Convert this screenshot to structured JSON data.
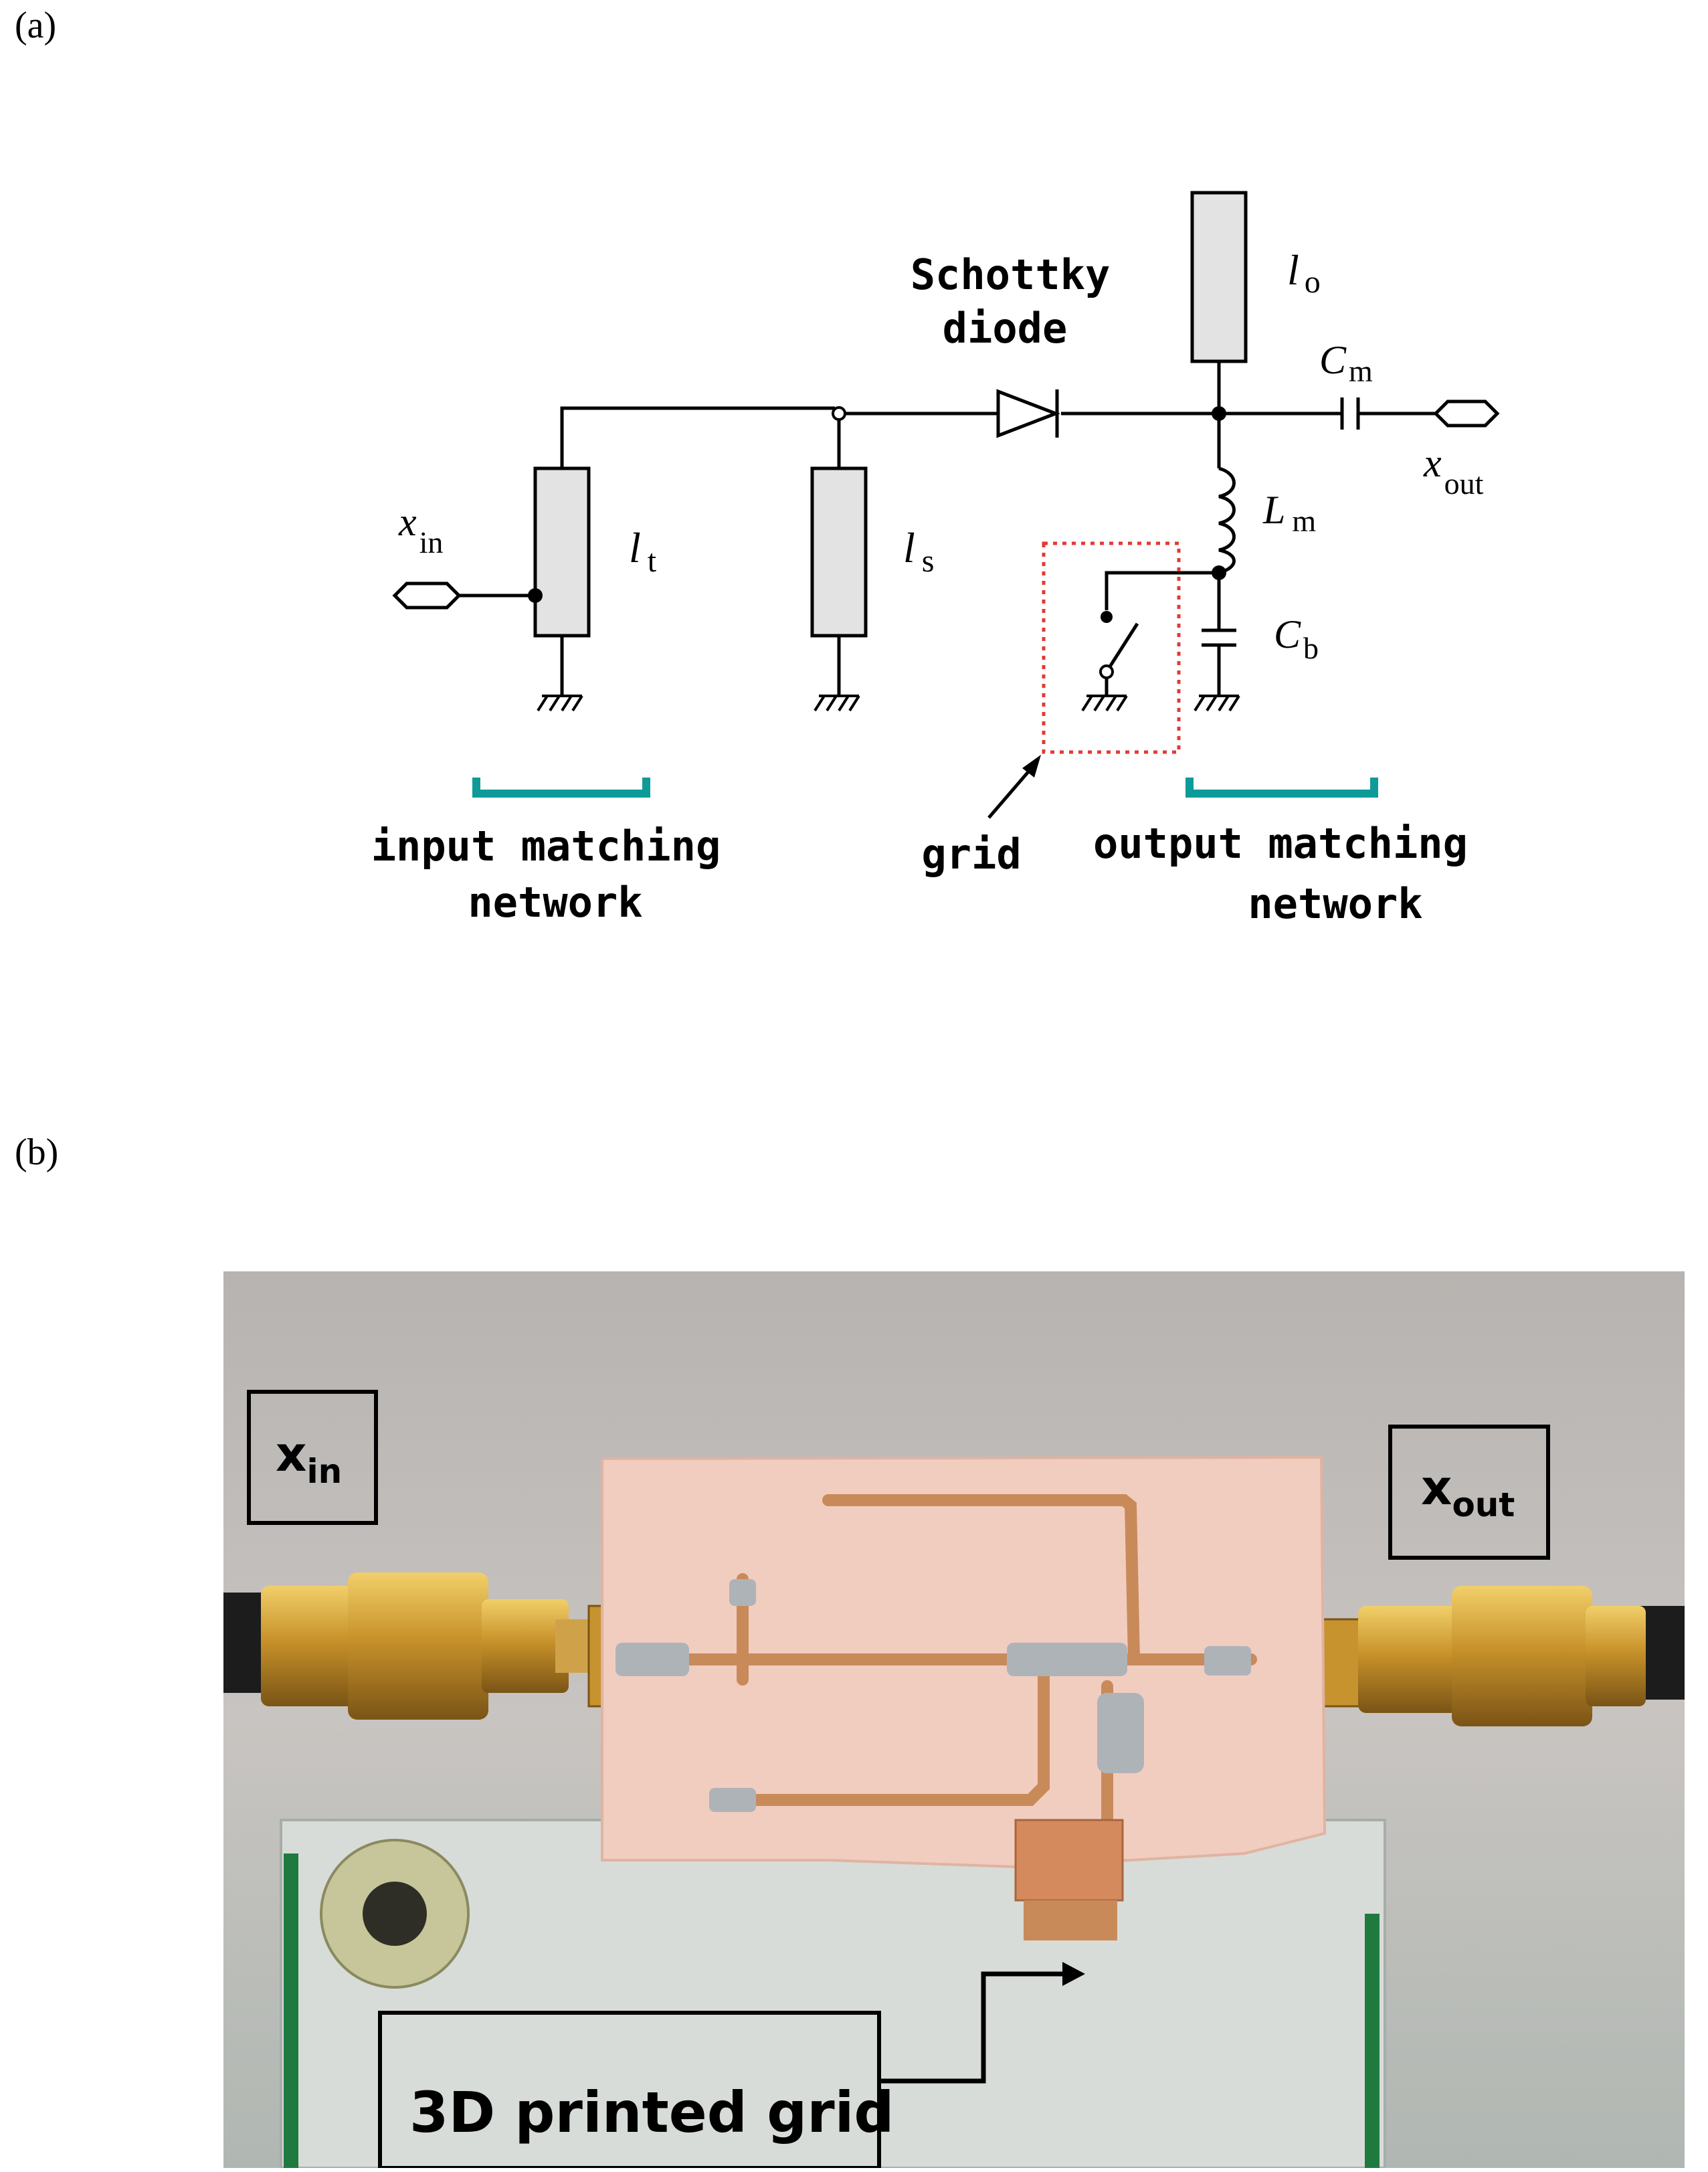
{
  "panel_a": {
    "label": "(a)",
    "schottky_line1": "Schottky",
    "schottky_line2": "diode",
    "lo_main": "l",
    "lo_sub": "o",
    "cm_main": "C",
    "cm_sub": "m",
    "xout_main": "x",
    "xout_sub": "out",
    "xin_main": "x",
    "xin_sub": "in",
    "lt_main": "l",
    "lt_sub": "t",
    "ls_main": "l",
    "ls_sub": "s",
    "lm_main": "L",
    "lm_sub": "m",
    "cb_main": "C",
    "cb_sub": "b",
    "input_network_line1": "input matching",
    "input_network_line2": "network",
    "grid_label": "grid",
    "output_network_line1": "output matching",
    "output_network_line2": "network"
  },
  "panel_b": {
    "label": "(b)",
    "xin_main": "x",
    "xin_sub": "in",
    "xout_main": "x",
    "xout_sub": "out",
    "grid_callout": "3D printed grid"
  },
  "colors": {
    "bracket": "#0f9a9a",
    "grid_box": "#e53935",
    "component_fill": "#e3e3e3",
    "substrate": "#f1cdc0",
    "copper": "#c98a5a",
    "gold": "#d3a339"
  }
}
